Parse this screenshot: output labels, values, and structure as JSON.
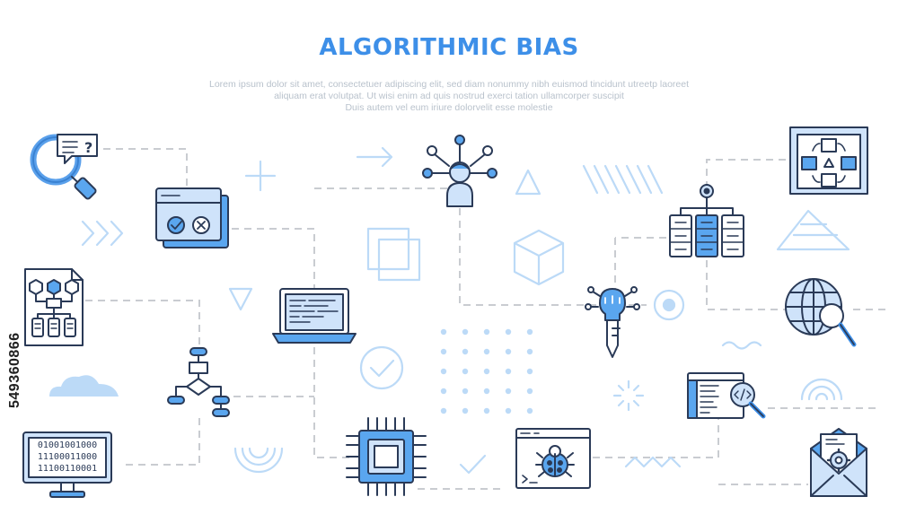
{
  "header": {
    "title": "ALGORITHMIC BIAS",
    "description": [
      "Lorem ipsum dolor sit amet, consectetuer adipiscing elit, sed diam nonummy nibh euismod tincidunt utreetp laoreet",
      "aliquam erat volutpat. Ut wisi enim ad  quis nostrud exerci tation ullamcorper suscipit",
      "Duis autem vel eum iriure dolorvelit esse molestie"
    ]
  },
  "icons": {
    "search_question": {
      "icon": "search-question-icon",
      "mark": "?"
    },
    "approve_reject_window": {
      "icon": "approve-reject-window-icon"
    },
    "person_network": {
      "icon": "person-network-icon"
    },
    "flow_board": {
      "icon": "flow-board-icon"
    },
    "server_tree": {
      "icon": "server-tree-icon"
    },
    "document_flowchart": {
      "icon": "document-flowchart-icon"
    },
    "laptop_code": {
      "icon": "laptop-code-icon"
    },
    "bulb_key": {
      "icon": "bulb-key-icon"
    },
    "globe_search": {
      "icon": "globe-search-icon"
    },
    "flowchart": {
      "icon": "flowchart-icon"
    },
    "code_search_window": {
      "icon": "code-search-window-icon"
    },
    "binary_monitor": {
      "icon": "binary-monitor-icon",
      "lines": [
        "01001001000",
        "11100011000",
        "11100110001"
      ]
    },
    "cpu_chip": {
      "icon": "cpu-chip-icon"
    },
    "bug_window": {
      "icon": "bug-window-icon"
    },
    "mail_settings": {
      "icon": "mail-settings-icon"
    }
  },
  "stock_id": "549360866",
  "colors": {
    "accent": "#3d8fe8",
    "stroke": "#2a3a57",
    "light": "#cfe3fa",
    "fill": "#5aa6ef",
    "deco": "#bcdaf7",
    "text_muted": "#b9c2cc"
  }
}
